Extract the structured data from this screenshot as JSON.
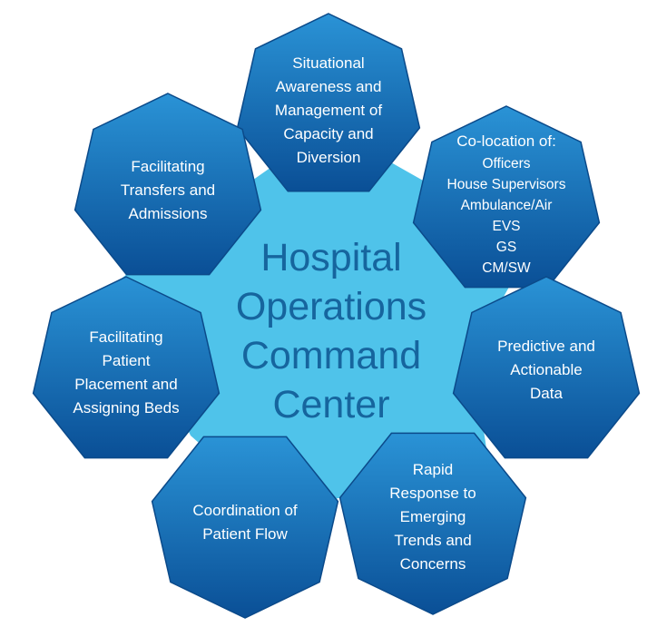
{
  "colors": {
    "star_fill": "#4fc3ea",
    "center_text": "#16659e",
    "heptagon_top": "#2a93d6",
    "heptagon_bottom": "#0a4f96",
    "heptagon_text": "#ffffff"
  },
  "center": {
    "lines": [
      "Hospital",
      "Operations",
      "Command",
      "Center"
    ]
  },
  "nodes": [
    {
      "id": "situational-awareness",
      "lines": [
        "Situational",
        "Awareness and",
        "Management of",
        "Capacity and",
        "Diversion"
      ]
    },
    {
      "id": "co-location",
      "heading": "Co-location of:",
      "lines": [
        "Officers",
        "House Supervisors",
        "Ambulance/Air",
        "EVS",
        "GS",
        "CM/SW"
      ]
    },
    {
      "id": "predictive-data",
      "lines": [
        "Predictive and",
        "Actionable",
        "Data"
      ]
    },
    {
      "id": "rapid-response",
      "lines": [
        "Rapid",
        "Response to",
        "Emerging",
        "Trends and",
        "Concerns"
      ]
    },
    {
      "id": "patient-flow",
      "lines": [
        "Coordination of",
        "Patient Flow"
      ]
    },
    {
      "id": "patient-placement",
      "lines": [
        "Facilitating",
        "Patient",
        "Placement and",
        "Assigning Beds"
      ]
    },
    {
      "id": "transfers-admissions",
      "lines": [
        "Facilitating",
        "Transfers and",
        "Admissions"
      ]
    }
  ]
}
